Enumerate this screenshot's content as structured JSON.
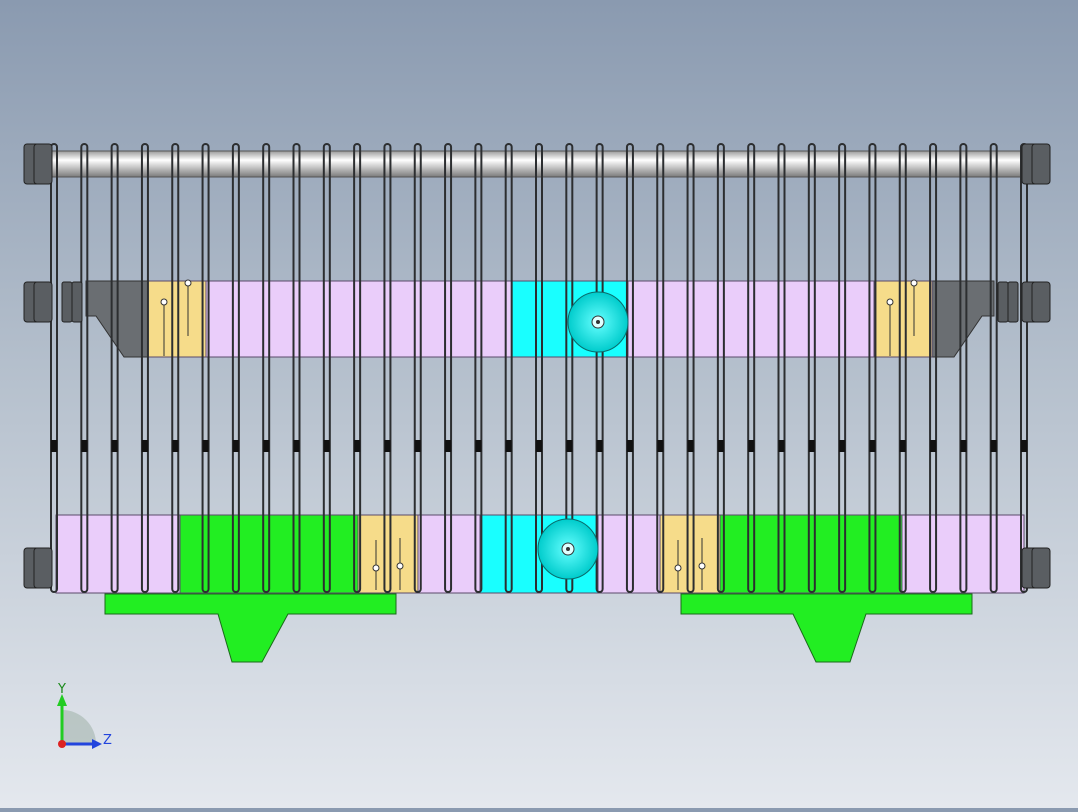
{
  "model_view": {
    "colors": {
      "background_top": "#8a9ab0",
      "background_bottom": "#e4e8ee",
      "rod": "#e6e6e6",
      "plate": "#2c2e30",
      "spacer": "#eacdfa",
      "clamp": "#f6dc8a",
      "hub": "#19ffff",
      "base_bracket": "#22ee22",
      "end_bracket": "#6a6e72",
      "nut": "#5a5e62"
    },
    "counts": {
      "plates": 33,
      "rows": 3
    }
  },
  "triad": {
    "y_label": "Y",
    "z_label": "Z",
    "y_color": "#22cc22",
    "z_color": "#2244dd",
    "x_color": "#dd2222"
  }
}
